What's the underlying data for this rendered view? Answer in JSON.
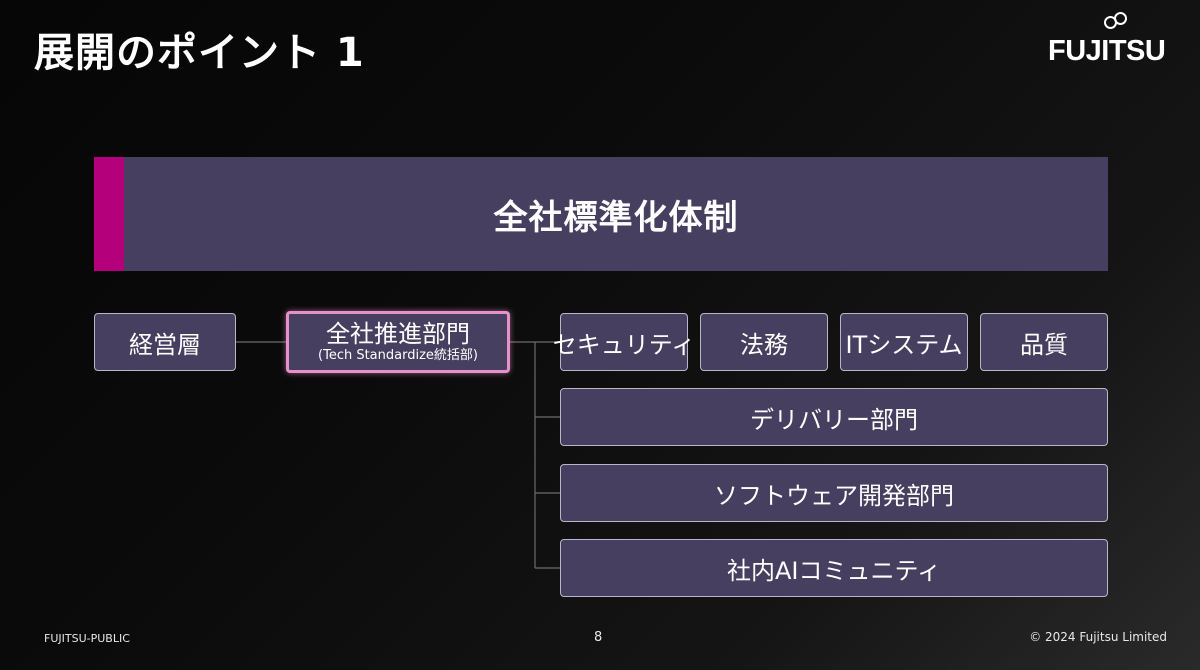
{
  "slide": {
    "title": "展開のポイント 1",
    "logo": "FUJITSU",
    "page_number": "8",
    "classification": "FUJITSU-PUBLIC",
    "copyright": "© 2024 Fujitsu Limited"
  },
  "diagram": {
    "banner": "全社標準化体制",
    "left_node": "経営層",
    "center_node": {
      "title": "全社推進部門",
      "subtitle": "(Tech Standardize統括部)"
    },
    "top_row": [
      "セキュリティ",
      "法務",
      "ITシステム",
      "品質"
    ],
    "wide_rows": [
      "デリバリー部門",
      "ソフトウェア開発部門",
      "社内AIコミュニティ"
    ]
  },
  "colors": {
    "background": "#0b0b0b",
    "box_fill": "#463f5f",
    "accent": "#b5007c",
    "highlight_border": "#e891c9"
  }
}
